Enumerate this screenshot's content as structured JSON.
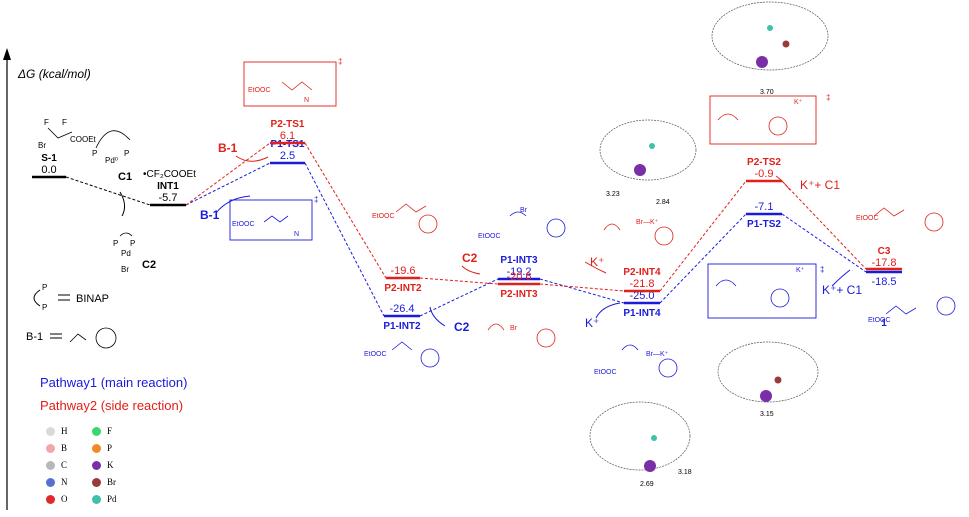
{
  "axis": {
    "ylabel": "ΔG (kcal/mol)"
  },
  "colors": {
    "main": "#1a1adb",
    "side": "#e0201a",
    "common": "#000000"
  },
  "chart_data": {
    "type": "energy_profile",
    "ylabel": "ΔG (kcal/mol)",
    "common_levels": [
      {
        "name": "S-1",
        "value": "0.0"
      },
      {
        "name": "INT1",
        "value": "-5.7"
      }
    ],
    "series": [
      {
        "name": "Pathway1 (main reaction)",
        "levels": [
          {
            "name": "P1-TS1",
            "value": "2.5"
          },
          {
            "name": "P1-INT2",
            "value": "-26.4"
          },
          {
            "name": "P1-INT3",
            "value": "-19.2"
          },
          {
            "name": "P1-INT4",
            "value": "-25.0"
          },
          {
            "name": "P1-TS2",
            "value": "-7.1"
          },
          {
            "name": "1",
            "value": "-18.5"
          }
        ]
      },
      {
        "name": "Pathway2 (side reaction)",
        "levels": [
          {
            "name": "P2-TS1",
            "value": "6.1"
          },
          {
            "name": "P2-INT2",
            "value": "-19.6"
          },
          {
            "name": "P2-INT3",
            "value": "-20.6"
          },
          {
            "name": "P2-INT4",
            "value": "-21.8"
          },
          {
            "name": "P2-TS2",
            "value": "-0.9"
          },
          {
            "name": "C3",
            "value": "-17.8"
          }
        ]
      }
    ]
  },
  "reagents": {
    "b1_red": "B-1",
    "b1_blue": "B-1",
    "c1": "C1",
    "c2": "C2",
    "c2_red": "C2",
    "c2_blue": "C2",
    "k_red": "K⁺",
    "k_blue": "K⁺",
    "kc1_red": "K⁺+ C1",
    "kc1_blue": "K⁺+ C1",
    "cf2": "•CF₂COOEt",
    "pd0": "Pd⁰",
    "br": "Br",
    "cooet": "COOEt",
    "eto_ooc": "EtOOC"
  },
  "key": {
    "binap_label": "BINAP",
    "b1_label": "B-1"
  },
  "legend": {
    "pathway1": "Pathway1 (main reaction)",
    "pathway2": "Pathway2 (side reaction)"
  },
  "atoms": [
    {
      "symbol": "H",
      "color": "#d9d9d9"
    },
    {
      "symbol": "F",
      "color": "#36d96b"
    },
    {
      "symbol": "B",
      "color": "#f0a7a7"
    },
    {
      "symbol": "P",
      "color": "#f08a24"
    },
    {
      "symbol": "C",
      "color": "#b8b8b8"
    },
    {
      "symbol": "K",
      "color": "#7a2fa8"
    },
    {
      "symbol": "N",
      "color": "#5a6fd0"
    },
    {
      "symbol": "Br",
      "color": "#9a3a3a"
    },
    {
      "symbol": "O",
      "color": "#e02a2a"
    },
    {
      "symbol": "Pd",
      "color": "#40c0a8"
    }
  ],
  "distances": [
    "3.70",
    "3.23",
    "2.84",
    "3.15",
    "3.18",
    "2.69"
  ],
  "dagger": "‡"
}
